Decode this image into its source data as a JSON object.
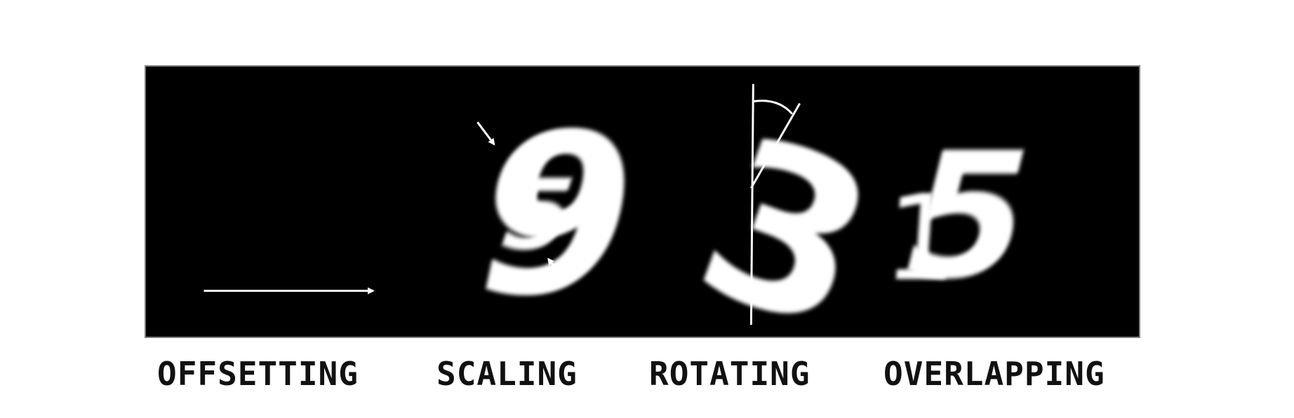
{
  "labels": {
    "offsetting": "OFFSETTING",
    "scaling": "SCALING",
    "rotating": "ROTATING",
    "overlapping": "OVERLAPPING"
  },
  "digits": {
    "offset": "9",
    "scaled": "5",
    "rotated": "3",
    "overlap_a": "1",
    "overlap_b": "5"
  },
  "colors": {
    "background": "#ffffff",
    "panel": "#000000",
    "digit": "#ffffff",
    "text": "#111111"
  }
}
